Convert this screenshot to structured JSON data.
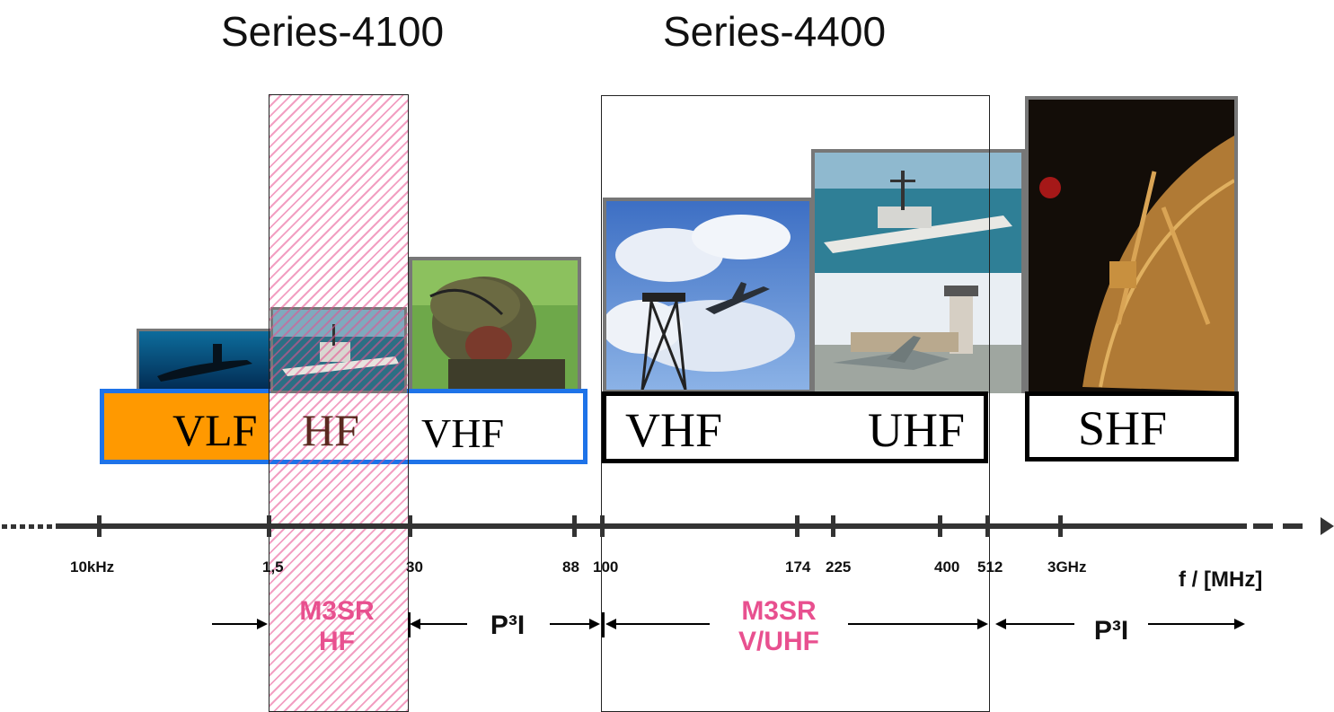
{
  "series": {
    "left_title": "Series-4100",
    "right_title": "Series-4400"
  },
  "bands": {
    "vlf": "VLF",
    "hf": "HF",
    "vhf_left": "VHF",
    "vhf_right": "VHF",
    "uhf": "UHF",
    "shf": "SHF"
  },
  "axis": {
    "unit_label": "f / [MHz]",
    "ticks": [
      "10kHz",
      "1,5",
      "30",
      "88",
      "100",
      "174",
      "225",
      "400",
      "512",
      "3GHz"
    ]
  },
  "ranges": {
    "m3sr_hf": [
      "M3SR",
      "HF"
    ],
    "p3i_left": "P³I",
    "m3sr_vuhf": [
      "M3SR",
      "V/UHF"
    ],
    "p3i_right": "P³I"
  },
  "photos": [
    "submarine",
    "frigate",
    "soldier",
    "airfield-tower-and-aircraft",
    "naval-ship",
    "fighter-jet-at-airbase",
    "satellite-dish-with-moon"
  ],
  "colors": {
    "vlf_fill": "#ff9900",
    "blue_border": "#1e73e8",
    "highlight_pink": "#e8508f",
    "axis": "#333333"
  }
}
